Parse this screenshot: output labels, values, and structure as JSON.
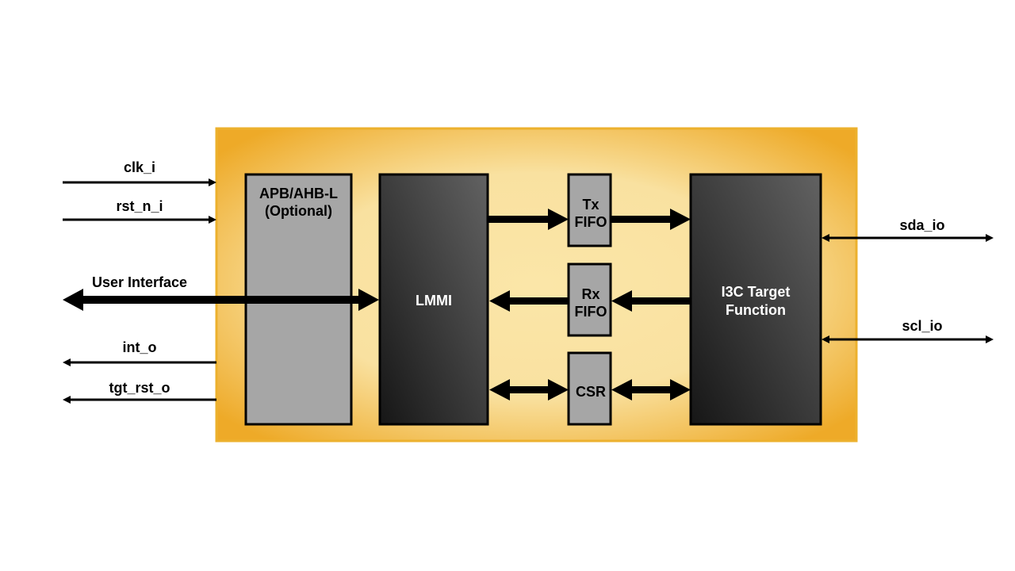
{
  "signals": {
    "clk_i": "clk_i",
    "rst_n_i": "rst_n_i",
    "user_interface": "User Interface",
    "int_o": "int_o",
    "tgt_rst_o": "tgt_rst_o",
    "sda_io": "sda_io",
    "scl_io": "scl_io"
  },
  "blocks": {
    "apb_line1": "APB/AHB-L",
    "apb_line2": "(Optional)",
    "lmmi": "LMMI",
    "tx_line1": "Tx",
    "tx_line2": "FIFO",
    "rx_line1": "Rx",
    "rx_line2": "FIFO",
    "csr": "CSR",
    "i3c_line1": "I3C Target",
    "i3c_line2": "Function"
  },
  "colors": {
    "container_border": "#ecb12e",
    "container_fill_light": "#fbe6a8",
    "container_fill_dark": "#eeaa28",
    "gray_block": "#a6a6a6",
    "dark_block_top": "#5e5e5e",
    "dark_block_bottom": "#1a1a1a"
  }
}
